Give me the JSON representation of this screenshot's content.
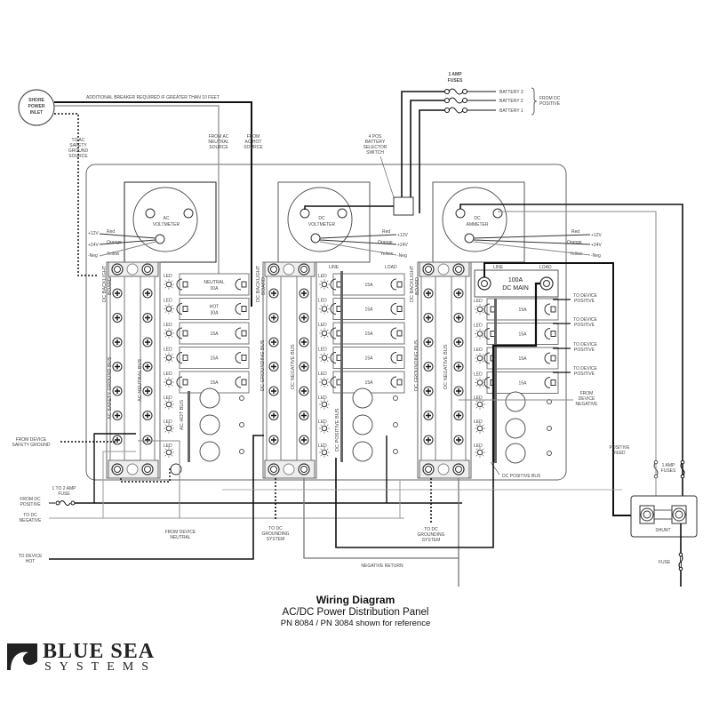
{
  "title": {
    "heading": "Wiring Diagram",
    "subtitle": "AC/DC Power Distribution Panel",
    "reference": "PN 8084 / PN 3084 shown for reference"
  },
  "brand": {
    "name_line1": "BLUE SEA",
    "name_line2": "SYSTEMS"
  },
  "colors": {
    "wire_heavy": "#111111",
    "wire_light": "#777777",
    "panel_outline": "#555555"
  },
  "top": {
    "shore_power": [
      "SHORE",
      "POWER",
      "INLET"
    ],
    "breaker_note": "ADDITIONAL BREAKER REQUIRED IF GREATER THAN 10 FEET",
    "ac_ground": [
      "TO AC",
      "SAFETY",
      "GROUND",
      "SOURCE"
    ],
    "ac_neutral": [
      "FROM AC",
      "NEUTRAL",
      "SOURCE"
    ],
    "ac_hot": [
      "FROM",
      "AC HOT",
      "SOURCE"
    ],
    "fuses_label": [
      "1 AMP",
      "FUSES"
    ],
    "batteries": [
      "BATTERY 3",
      "BATTERY 2",
      "BATTERY 1"
    ],
    "from_dc_positive": [
      "FROM DC",
      "POSITIVE"
    ],
    "selector_switch": [
      "4 POS",
      "BATTERY",
      "SELECTOR",
      "SWITCH"
    ]
  },
  "meters": [
    {
      "name_line1": "AC",
      "name_line2": "VOLTMETER"
    },
    {
      "name_line1": "DC",
      "name_line2": "VOLTMETER"
    },
    {
      "name_line1": "DC",
      "name_line2": "AMMETER"
    }
  ],
  "meter_wires": {
    "colors": [
      "Red",
      "Orange",
      "Yellow"
    ],
    "voltages": [
      "+12V",
      "+24V",
      "-Neg"
    ]
  },
  "panel": {
    "backlight_board": [
      "DC BACKLIGHT",
      "BOARD"
    ],
    "ac_ground_bus": "AC SAFETY GROUND BUS",
    "ac_neutral_bus": "AC NEUTRAL BUS",
    "ac_hot_bus": "AC HOT BUS",
    "dc_grounding_bus": "DC GROUNDING BUS",
    "dc_negative_bus": "DC NEGATIVE BUS",
    "dc_positive_bus": "DC POSITIVE BUS",
    "led": "LED",
    "line": "LINE",
    "load": "LOAD",
    "ac_breakers": [
      {
        "line1": "NEUTRAL",
        "line2": "30A"
      },
      {
        "line1": "HOT",
        "line2": "30A"
      },
      {
        "line1": "15A",
        "line2": ""
      },
      {
        "line1": "15A",
        "line2": ""
      },
      {
        "line1": "15A",
        "line2": ""
      }
    ],
    "dc_breakers_mid": [
      "15A",
      "15A",
      "15A",
      "15A",
      "15A"
    ],
    "dc_main": [
      "100A",
      "DC MAIN"
    ],
    "dc_breakers_right": [
      "15A",
      "15A",
      "15A",
      "15A"
    ]
  },
  "right_labels": {
    "to_device_positive": [
      "TO DEVICE",
      "POSITIVE"
    ],
    "from_device_negative": [
      "FROM",
      "DEVICE",
      "NEGATIVE"
    ],
    "dc_positive_bus": "DC POSITIVE BUS",
    "positive_feed": [
      "POSITIVE",
      "FEED"
    ],
    "fuses": [
      "1 AMP",
      "FUSES"
    ],
    "shunt": "SHUNT",
    "fuse": "FUSE"
  },
  "left_labels": {
    "safety_ground": [
      "FROM DEVICE",
      "SAFETY GROUND"
    ],
    "fuse_1_2": [
      "1 TO 2 AMP",
      "FUSE"
    ],
    "from_dc_positive": [
      "FROM DC",
      "POSITIVE"
    ],
    "to_dc_negative": [
      "TO DC",
      "NEGATIVE"
    ],
    "from_device_neutral": [
      "FROM DEVICE",
      "NEUTRAL"
    ],
    "to_device_hot": [
      "TO DEVICE",
      "HOT"
    ]
  },
  "bottom_labels": {
    "grounding_1": [
      "TO DC",
      "GROUNDING",
      "SYSTEM"
    ],
    "grounding_2": [
      "TO DC",
      "GROUNDING",
      "SYSTEM"
    ],
    "negative_return": "NEGATIVE RETURN"
  }
}
